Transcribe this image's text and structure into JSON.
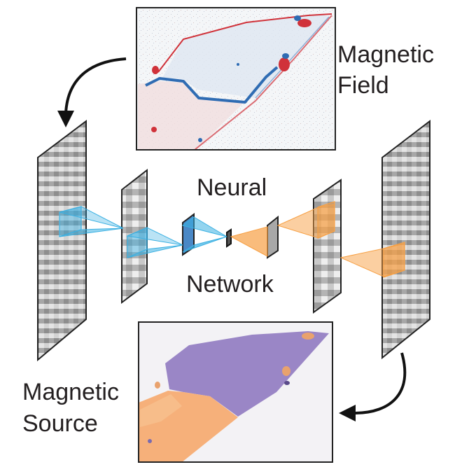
{
  "labels": {
    "field_line1": "Magnetic",
    "field_line2": "Field",
    "source_line1": "Magnetic",
    "source_line2": "Source",
    "nn_line1": "Neural",
    "nn_line2": "Network"
  },
  "colors": {
    "encoder": "#3ab0e2",
    "decoder": "#f7a044",
    "field_positive": "#d0323a",
    "field_negative": "#2f6cb3",
    "source_purple": "#9a86c6",
    "source_orange": "#f6b07a",
    "arrow": "#111111",
    "frame": "#222222"
  },
  "icons": {
    "field_to_network": "curved-arrow-down-icon",
    "network_to_source": "curved-arrow-left-icon"
  }
}
